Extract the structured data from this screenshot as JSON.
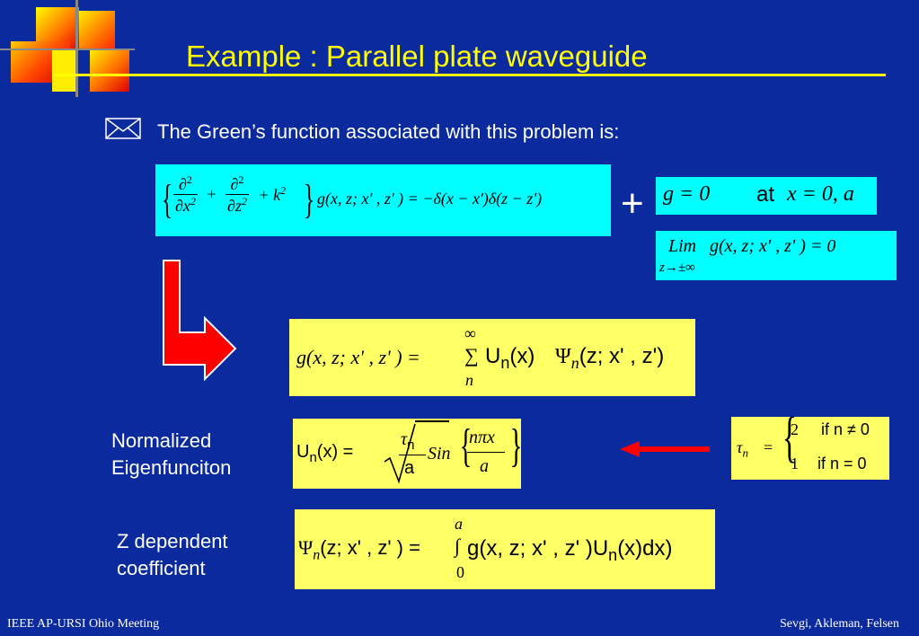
{
  "slide": {
    "title": "Example : Parallel plate waveguide",
    "bullet_icon": "envelope-icon",
    "bullet_text": "The Green’s function associated with this problem is:",
    "footer_left": "IEEE AP-URSI Ohio Meeting",
    "footer_right": "Sevgi, Akleman, Felsen",
    "colors": {
      "background": "#0a2a9e",
      "title": "#ffff00",
      "cyan_box": "#00ffff",
      "yellow_box": "#ffff66",
      "arrow": "#ff0000"
    }
  },
  "equations": {
    "helmholtz": {
      "d2": "∂",
      "sq": "2",
      "dx": "∂x",
      "dz": "∂z",
      "plus": "+",
      "k2_plus": "+ k",
      "g_args": "g(x, z; x' , z' ) = −δ(x − x')δ(z − z')"
    },
    "plus_sign": "+",
    "bc1": {
      "g0": "g = 0",
      "at": "at",
      "cond": "x = 0, a"
    },
    "bc2": {
      "lim": "Lim",
      "expr": "g(x, z; x' , z' ) = 0",
      "sub": "z→±∞"
    },
    "expansion": {
      "lhs": "g(x, z; x' , z' ) =",
      "sum": "∑",
      "upper": "∞",
      "lower": "n",
      "u": "U",
      "u_sub": "n",
      "ux": "(x)",
      "psi": "Ψ",
      "psi_sub": "n",
      "psi_args": "(z; x' , z')"
    },
    "normalized": {
      "label_line1": "Normalized",
      "label_line2": "Eigenfunciton",
      "u": "U",
      "u_sub": "n",
      "ux": "(x) =",
      "tau": "τ",
      "tau_sub": "n",
      "a": "a",
      "sin": "Sin",
      "num": "nπx",
      "den": "a"
    },
    "tau": {
      "lhs": "τ",
      "lhs_sub": "n",
      "eq": "=",
      "case1_val": "2",
      "case1_cond": "if n ≠ 0",
      "case2_val": "1",
      "case2_cond": "if n = 0"
    },
    "zcoef": {
      "label_line1": "Z dependent",
      "label_line2": "coefficient",
      "psi": "Ψ",
      "psi_sub": "n",
      "args": "(z; x' , z' ) =",
      "int": "∫",
      "upper": "a",
      "lower": "0",
      "body": "g(x, z; x' , z' )U",
      "body_sub": "n",
      "tail": "(x)dx)"
    }
  }
}
